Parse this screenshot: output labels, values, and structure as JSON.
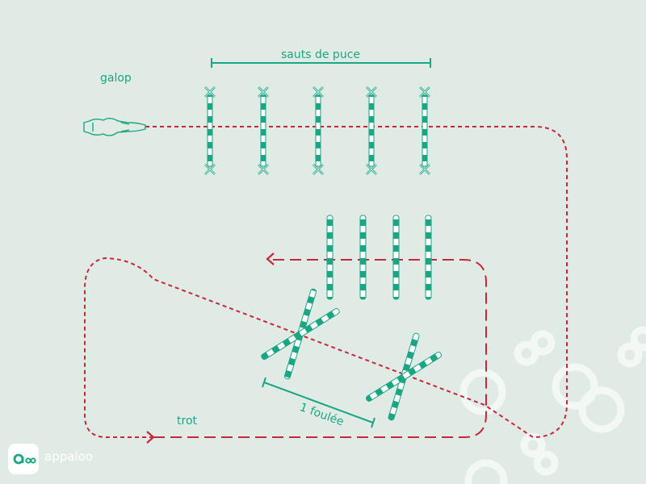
{
  "labels": {
    "galop": "galop",
    "sauts_de_puce": "sauts de puce",
    "trot": "trot",
    "une_foulee": "1 foulée"
  },
  "logo": {
    "name": "appaloo"
  },
  "colors": {
    "background": "#e0ebe6",
    "accent": "#1aa682",
    "path": "#c8263a",
    "pole_white": "#ffffff",
    "watermark": "#f3f8f5"
  },
  "icons": [
    "horse-icon",
    "appaloo-logo-icon"
  ]
}
